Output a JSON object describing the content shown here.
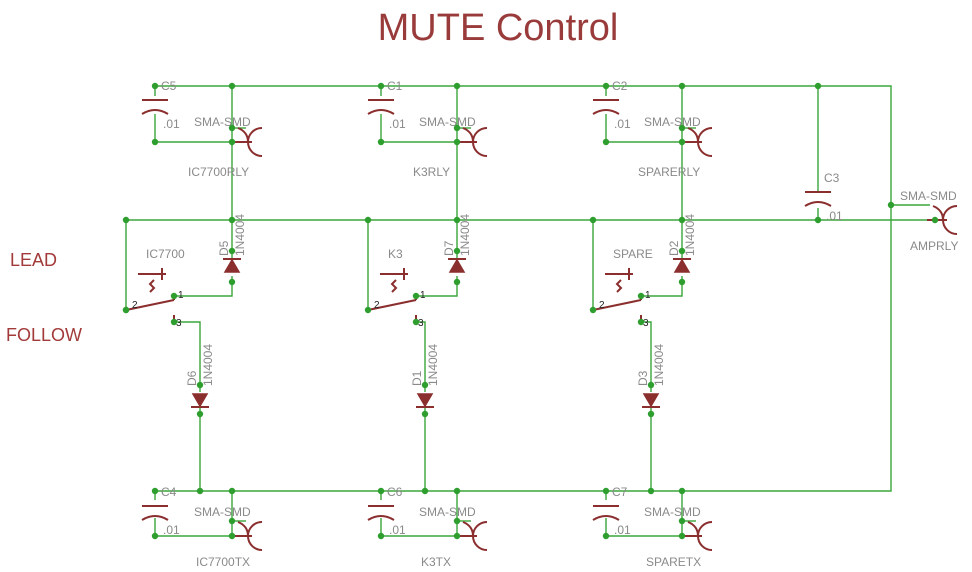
{
  "title": "MUTE Control",
  "side_labels": [
    "LEAD",
    "FOLLOW"
  ],
  "capacitors": [
    {
      "name": "C5",
      "value": ".01"
    },
    {
      "name": "C1",
      "value": ".01"
    },
    {
      "name": "C2",
      "value": ".01"
    },
    {
      "name": "C3",
      "value": ".01"
    },
    {
      "name": "C4",
      "value": ".01"
    },
    {
      "name": "C6",
      "value": ".01"
    },
    {
      "name": "C7",
      "value": ".01"
    }
  ],
  "connectors": [
    {
      "type": "SMA-SMD",
      "name": "IC7700RLY"
    },
    {
      "type": "SMA-SMD",
      "name": "K3RLY"
    },
    {
      "type": "SMA-SMD",
      "name": "SPARERLY"
    },
    {
      "type": "SMA-SMD",
      "name": "AMPRLY"
    },
    {
      "type": "SMA-SMD",
      "name": "IC7700TX"
    },
    {
      "type": "SMA-SMD",
      "name": "K3TX"
    },
    {
      "type": "SMA-SMD",
      "name": "SPARETX"
    }
  ],
  "diodes": [
    {
      "name": "D5",
      "value": "1N4004"
    },
    {
      "name": "D7",
      "value": "1N4004"
    },
    {
      "name": "D2",
      "value": "1N4004"
    },
    {
      "name": "D6",
      "value": "1N4004"
    },
    {
      "name": "D1",
      "value": "1N4004"
    },
    {
      "name": "D3",
      "value": "1N4004"
    }
  ],
  "switches": [
    {
      "name": "IC7700",
      "pins": [
        "1",
        "2",
        "3"
      ]
    },
    {
      "name": "K3",
      "pins": [
        "1",
        "2",
        "3"
      ]
    },
    {
      "name": "SPARE",
      "pins": [
        "1",
        "2",
        "3"
      ]
    }
  ]
}
